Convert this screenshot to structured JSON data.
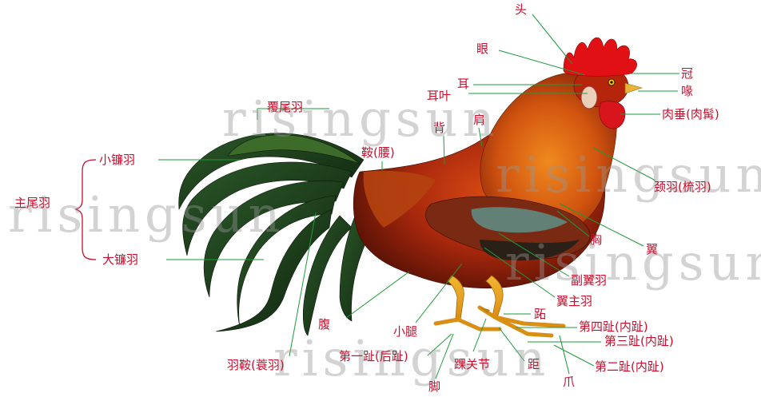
{
  "diagram": {
    "labels": {
      "top_cut": "头",
      "eye": "眼",
      "comb": "冠",
      "ear": "耳",
      "beak": "喙",
      "earlobe": "耳叶",
      "wattle": "肉垂(肉髯)",
      "tail_coverts": "覆尾羽",
      "back": "背",
      "shoulder": "肩",
      "saddle": "鞍(腰)",
      "lesser_sickle": "小镰羽",
      "main_tail": "主尾羽",
      "greater_sickle": "大镰羽",
      "hackle": "颈羽(梳羽)",
      "breast": "胸",
      "wing": "翼",
      "secondaries": "副翼羽",
      "primaries": "翼主羽",
      "abdomen": "腹",
      "thigh": "小腿",
      "toe_4": "第四趾(内趾)",
      "toe_3": "第三趾(内趾)",
      "toe_1": "第一趾(后趾)",
      "hock": "跖",
      "saddle_hackle": "羽鞍(蓑羽)",
      "hock_joint": "踝关节",
      "spur": "距",
      "toe_2": "第二趾(内趾)",
      "foot": "脚",
      "claw": "爪"
    },
    "watermark": "risingsun",
    "colors": {
      "label": "#c8102e",
      "leader": "#1f9a3a",
      "watermark": "#969696"
    }
  }
}
